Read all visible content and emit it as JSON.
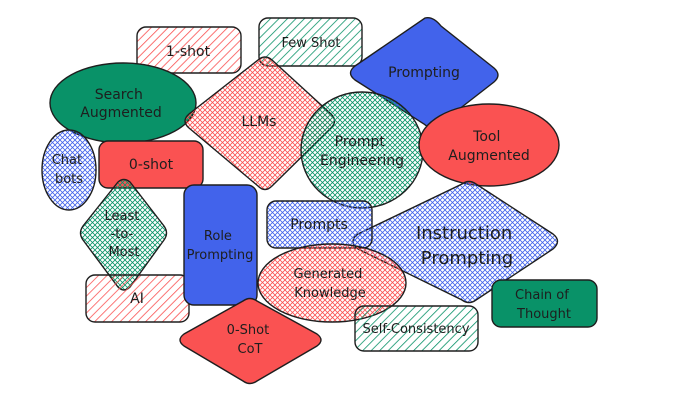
{
  "colors": {
    "red": "#fa5252",
    "green": "#099268",
    "blue": "#4263eb",
    "stroke": "#1e1e1e"
  },
  "nodes": {
    "one_shot": "1-shot",
    "few_shot": "Few Shot",
    "prompting": "Prompting",
    "search_augmented": [
      "Search",
      "Augmented"
    ],
    "llms": "LLMs",
    "prompt_engineering": [
      "Prompt",
      "Engineering"
    ],
    "tool_augmented": [
      "Tool",
      "Augmented"
    ],
    "chatbots": [
      "Chat",
      "bots"
    ],
    "zero_shot": "0-shot",
    "least_to_most": [
      "Least",
      "-to-",
      "Most"
    ],
    "role_prompting": [
      "Role",
      "Prompting"
    ],
    "prompts": "Prompts",
    "instruction_prompting": [
      "Instruction",
      "Prompting"
    ],
    "generated_knowledge": [
      "Generated",
      "Knowledge"
    ],
    "ai": "AI",
    "chain_of_thought": [
      "Chain of",
      "Thought"
    ],
    "self_consistency": "Self-Consistency",
    "zero_shot_cot": [
      "0-Shot",
      "CoT"
    ]
  }
}
